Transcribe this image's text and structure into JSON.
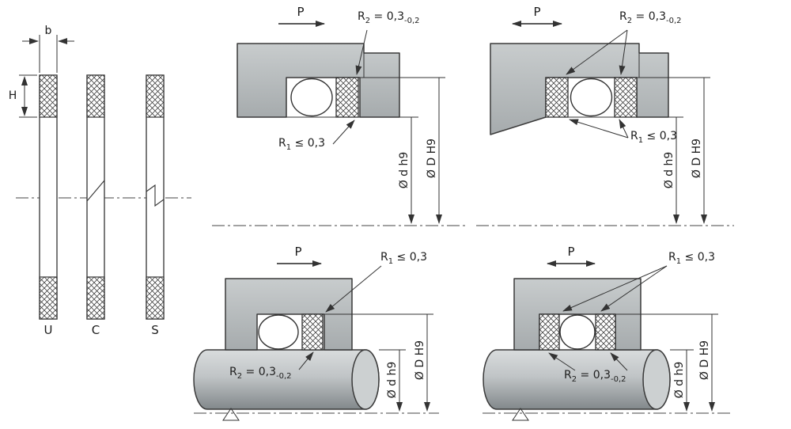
{
  "drawing": {
    "profiles": {
      "width_dim": "b",
      "height_dim": "H",
      "types": [
        "U",
        "C",
        "S"
      ]
    },
    "labels": {
      "pressure": "P",
      "shaft_dia": "Ø d h9",
      "bore_dia": "Ø D H9"
    },
    "radii": {
      "r1": {
        "sym": "R",
        "sub": "1",
        "val": " ≤ 0,3"
      },
      "r2": {
        "sym": "R",
        "sub": "2",
        "val": " = 0,3",
        "tol": "-0,2"
      }
    },
    "colors": {
      "line": "#333333",
      "steel_light": "#c8cccd",
      "steel_dark": "#a6abad"
    }
  }
}
